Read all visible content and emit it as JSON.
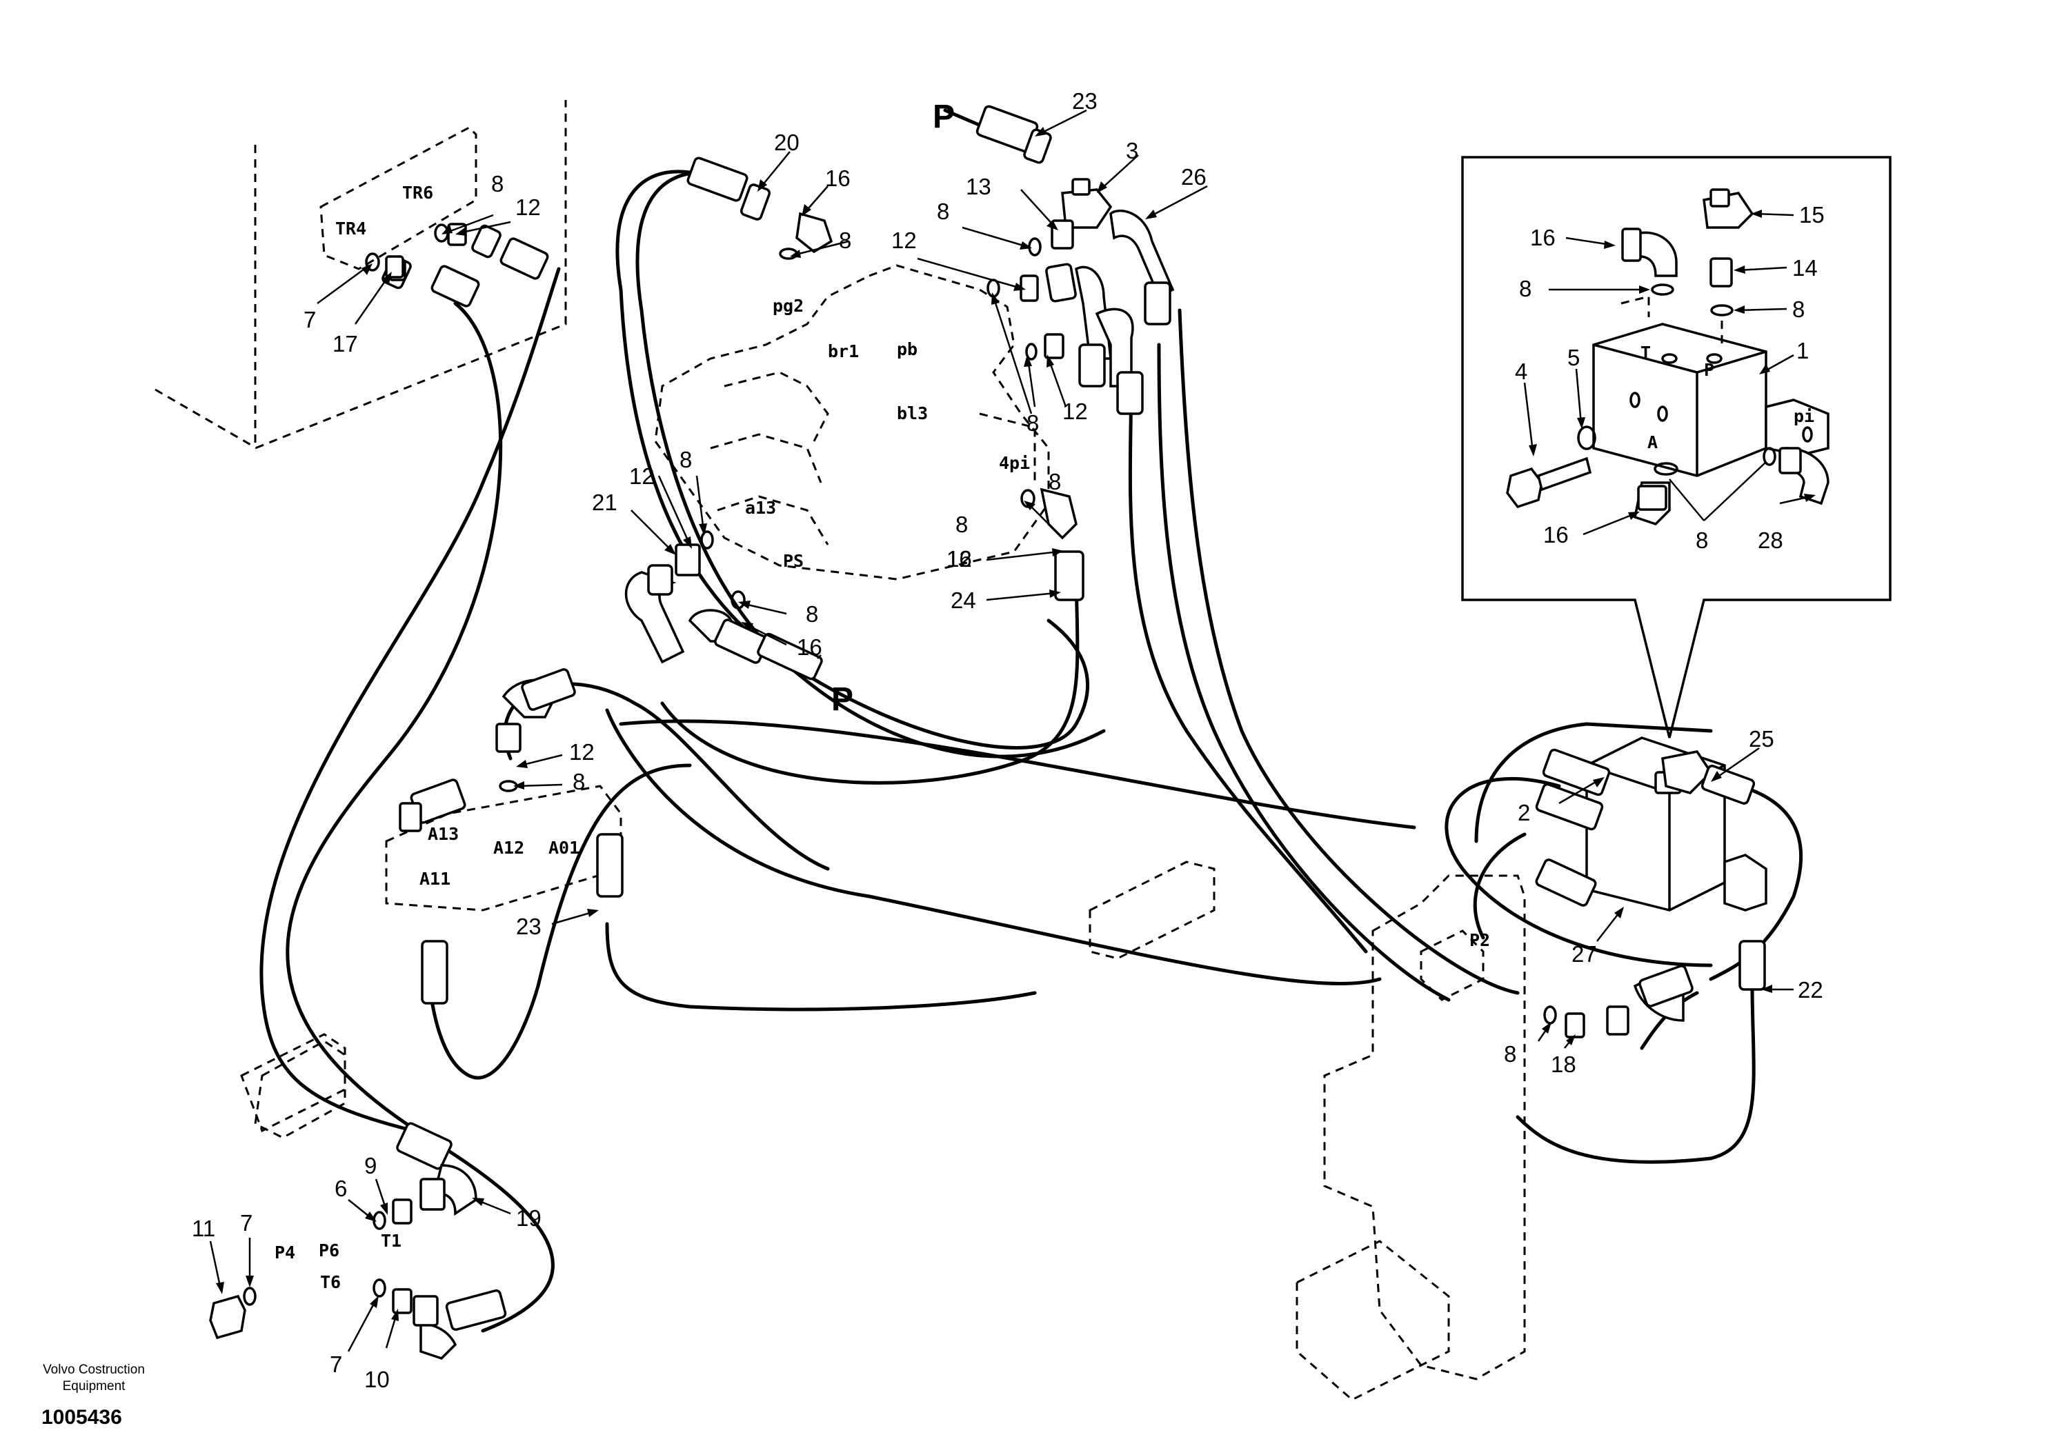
{
  "brand": {
    "line1": "Volvo Costruction",
    "line2": "Equipment"
  },
  "drawing_number": "1005436",
  "pressure_labels": [
    "P",
    "P"
  ],
  "port_labels": [
    "TR6",
    "TR4",
    "pg2",
    "br1",
    "pb",
    "bl3",
    "4pi",
    "a13",
    "PS",
    "A13",
    "A12",
    "A01",
    "A11",
    "P2",
    "P4",
    "P6",
    "T1",
    "T6",
    "T",
    "P",
    "pi",
    "A"
  ],
  "callouts": [
    "20",
    "16",
    "8",
    "23",
    "13",
    "3",
    "26",
    "8",
    "12",
    "12",
    "8",
    "7",
    "17",
    "12",
    "8",
    "8",
    "12",
    "21",
    "12",
    "8",
    "8",
    "16",
    "24",
    "8",
    "16",
    "12",
    "8",
    "23",
    "2",
    "25",
    "27",
    "22",
    "8",
    "18",
    "9",
    "6",
    "19",
    "11",
    "7",
    "7",
    "10",
    "16",
    "15",
    "14",
    "8",
    "8",
    "4",
    "5",
    "1",
    "16",
    "8",
    "28"
  ]
}
